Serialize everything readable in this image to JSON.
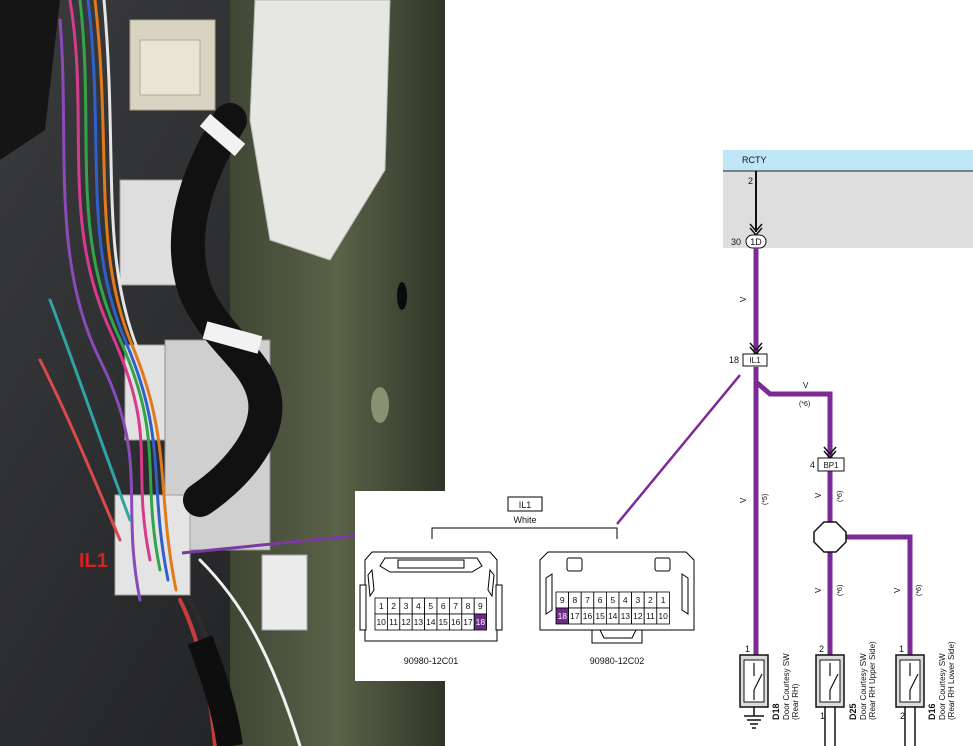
{
  "photo": {
    "callout_label": "IL1",
    "colors": {
      "callout_text": "#d62222",
      "callout_line": "#7b3aa0"
    }
  },
  "connector_panel": {
    "header_label": "IL1",
    "header_color": "White",
    "connector_a": {
      "part_number": "90980-12C01",
      "row1": [
        "1",
        "2",
        "3",
        "4",
        "5",
        "6",
        "7",
        "8",
        "9"
      ],
      "row2": [
        "10",
        "11",
        "12",
        "13",
        "14",
        "15",
        "16",
        "17",
        "18"
      ],
      "highlighted_pin": "18"
    },
    "connector_b": {
      "part_number": "90980-12C02",
      "row1": [
        "9",
        "8",
        "7",
        "6",
        "5",
        "4",
        "3",
        "2",
        "1"
      ],
      "row2": [
        "18",
        "17",
        "16",
        "15",
        "14",
        "13",
        "12",
        "11",
        "10"
      ],
      "highlighted_pin": "18"
    }
  },
  "schematic": {
    "module": "RCTY",
    "module_pin": "2",
    "conn_1d_label": "1D",
    "conn_1d_pin": "30",
    "il1_label": "IL1",
    "il1_pin": "18",
    "bp1_label": "BP1",
    "bp1_pin": "4",
    "wire_color_code": "V",
    "note_5": "(*5)",
    "note_6": "(*6)",
    "switches": [
      {
        "id": "D18",
        "name": "Door Courtesy SW",
        "detail": "(Rear RH)",
        "top_pin": "1"
      },
      {
        "id": "D25",
        "name": "Door Courtesy SW",
        "detail": "(Rear RH Upper Side)",
        "top_pin": "2",
        "bottom_pin": "1"
      },
      {
        "id": "D16",
        "name": "Door Courtesy SW",
        "detail": "(Rear RH Lower Side)",
        "top_pin": "1",
        "bottom_pin": "2"
      }
    ],
    "colors": {
      "wire": "#7b2a96",
      "module_fill": "#bfe6f6",
      "module_box": "#dcdcdc",
      "highlight_pin": "#6c2b86"
    }
  }
}
